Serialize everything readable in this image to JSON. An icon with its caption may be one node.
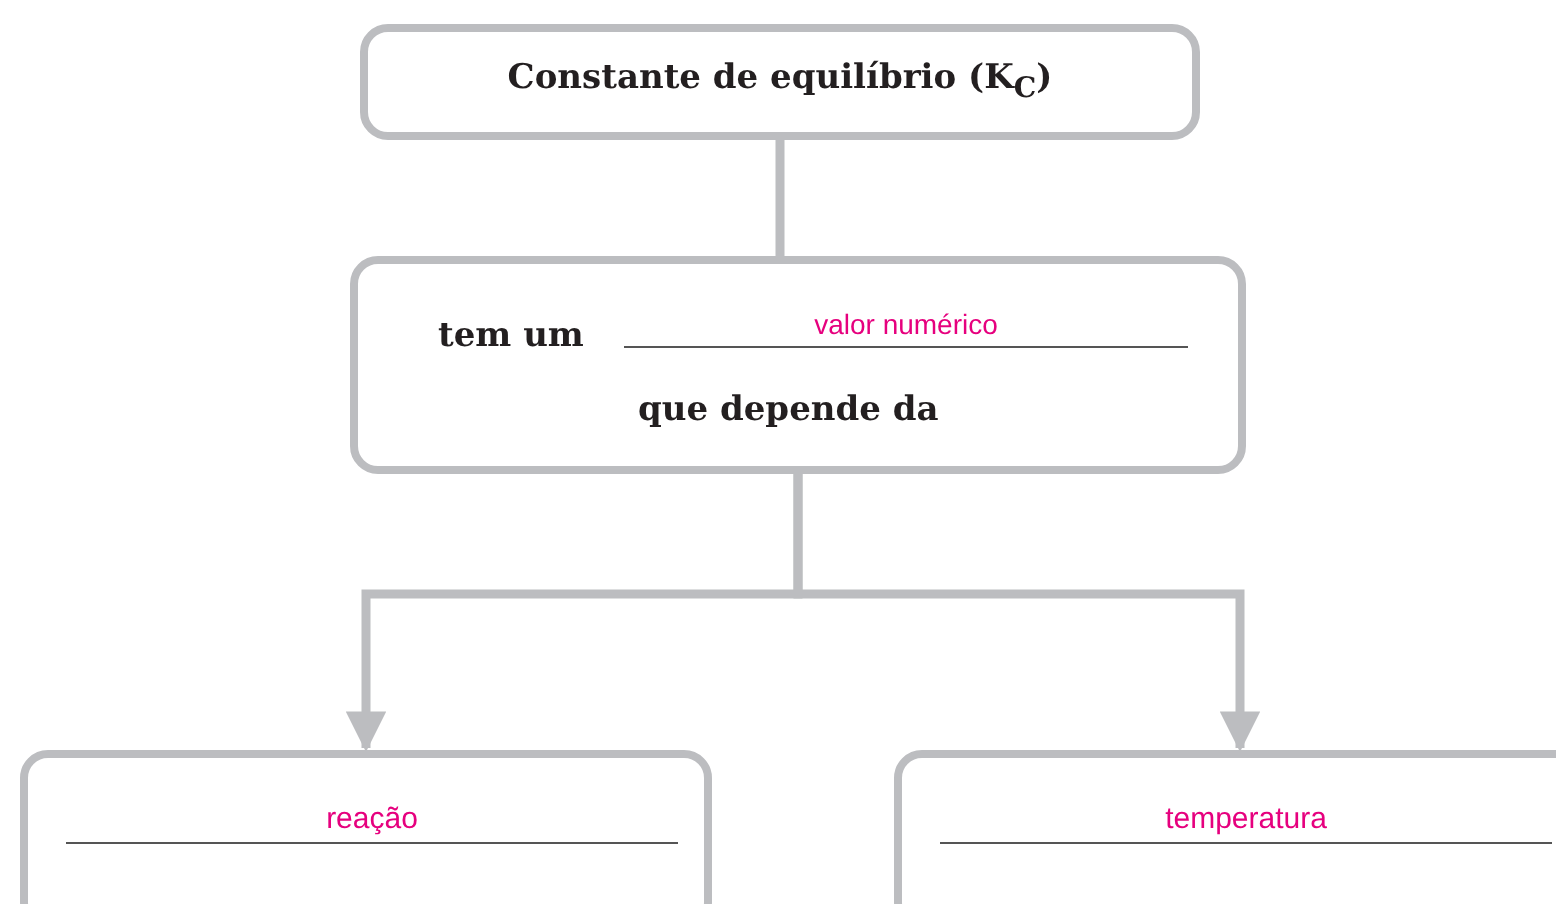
{
  "diagram": {
    "nodes": [
      {
        "text": [
          "Constante de equilíbrio (K$_{C}$)"
        ]
      },
      {
        "text": [
          "tem um",
          "valor numérico",
          "que depende da"
        ]
      },
      {
        "text": [
          "reação"
        ]
      },
      {
        "text": [
          "temperatura"
        ]
      }
    ],
    "edges": [
      {
        "from": 0,
        "to": 1,
        "arrow": "none"
      },
      {
        "from": 1,
        "to": 2,
        "arrow": "to"
      },
      {
        "from": 1,
        "to": 3,
        "arrow": "to"
      }
    ]
  }
}
